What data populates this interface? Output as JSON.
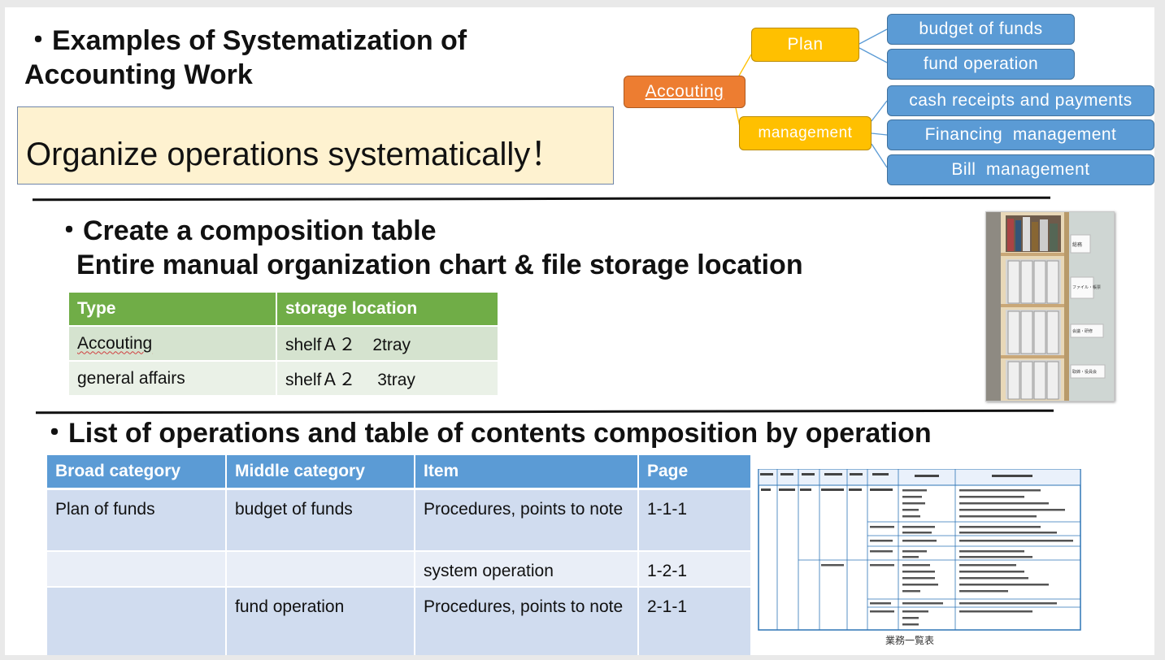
{
  "title": {
    "bullet": "・",
    "line1": "Examples of Systematization of",
    "line2": "Accounting Work"
  },
  "callout_text": "Organize operations systematically！",
  "mindmap": {
    "root": "Accouting",
    "branches": [
      {
        "label": "Plan",
        "children": [
          "budget of funds",
          "fund operation"
        ]
      },
      {
        "label": "management",
        "children": [
          "cash receipts and payments",
          "Financing  management",
          "Bill  management"
        ]
      }
    ],
    "colors": {
      "root": "#ed7d31",
      "branch": "#ffc000",
      "leaf": "#5b9bd5"
    }
  },
  "section2": {
    "bullet": "・",
    "line1": "Create a composition table",
    "line2": "Entire manual organization chart & file storage location"
  },
  "storage_table": {
    "headers": [
      "Type",
      "storage location"
    ],
    "rows": [
      [
        "Accouting",
        "shelfＡ２　2tray"
      ],
      [
        "general affairs",
        "shelfＡ２　 3tray"
      ]
    ],
    "header_color": "#70ad47"
  },
  "photo": {
    "labels": [
      "総務",
      "ファイル・帳票",
      "会議・研修",
      "取締・役員会"
    ]
  },
  "section3": {
    "bullet": "・",
    "text": "List of operations and table of contents composition by operation"
  },
  "ops_table": {
    "headers": [
      "Broad category",
      "Middle category",
      "Item",
      "Page"
    ],
    "rows": [
      [
        "Plan of funds",
        "budget of funds",
        "Procedures, points to note",
        "1-1-1"
      ],
      [
        "",
        "",
        "system operation",
        "1-2-1"
      ],
      [
        "",
        "fund operation",
        "Procedures, points to note",
        "2-1-1"
      ]
    ],
    "header_color": "#5b9bd5"
  },
  "doc_thumbnail": {
    "caption": "業務一覧表"
  }
}
